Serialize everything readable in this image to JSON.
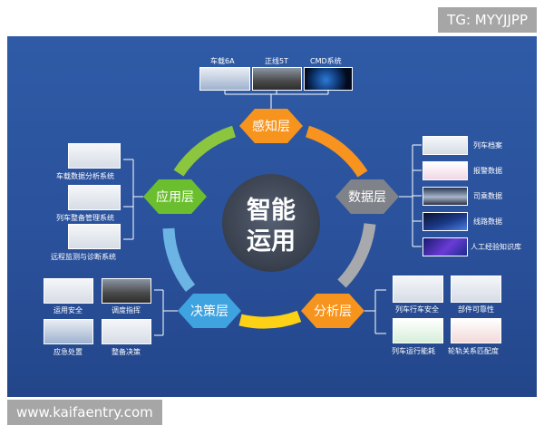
{
  "watermarks": {
    "top": "TG: MYYJJPP",
    "bottom": "www.kaifaentry.com"
  },
  "center": {
    "line1": "智能",
    "line2": "运用"
  },
  "layers": {
    "perception": "感知层",
    "data": "数据层",
    "analysis": "分析层",
    "decision": "决策层",
    "application": "应用层"
  },
  "perception_items": [
    "车载6A",
    "正线5T",
    "CMD系统"
  ],
  "data_items": [
    "列车档案",
    "报警数据",
    "司乘数据",
    "线路数据",
    "人工经验知识库"
  ],
  "analysis_items": [
    "列车行车安全",
    "部件可靠性",
    "列车运行能耗",
    "轮轨关系匹配度"
  ],
  "decision_items": [
    "运用安全",
    "调度指挥",
    "应急处置",
    "整备决策"
  ],
  "application_items": [
    "车载数据分析系统",
    "列车整备管理系统",
    "远程监测与诊断系统"
  ],
  "colors": {
    "background": "#2a509a",
    "ring_green": "#8cc63f",
    "ring_orange": "#f7931e",
    "ring_gray": "#a7a9ac",
    "ring_yellow": "#fcd116",
    "ring_blue": "#6cb4e4",
    "hex_orange": "#f7941d",
    "hex_green": "#6bbf2e",
    "hex_gray": "#7f8289",
    "hex_blue": "#3fa3e0",
    "center": "#454d5c"
  }
}
